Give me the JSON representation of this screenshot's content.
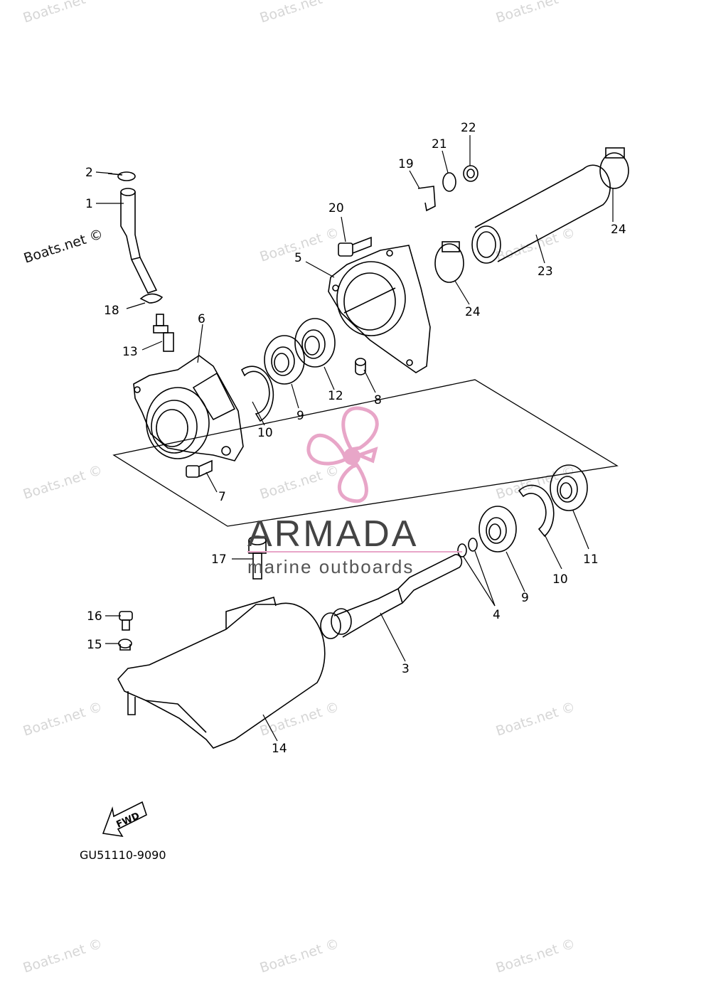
{
  "diagram": {
    "code": "GU51110-9090",
    "fwd_label": "FWD",
    "callouts": [
      {
        "id": "c1",
        "text": "1"
      },
      {
        "id": "c2",
        "text": "2"
      },
      {
        "id": "c3",
        "text": "3"
      },
      {
        "id": "c4",
        "text": "4"
      },
      {
        "id": "c5",
        "text": "5"
      },
      {
        "id": "c6",
        "text": "6"
      },
      {
        "id": "c7",
        "text": "7"
      },
      {
        "id": "c8",
        "text": "8"
      },
      {
        "id": "c9a",
        "text": "9"
      },
      {
        "id": "c9b",
        "text": "9"
      },
      {
        "id": "c10a",
        "text": "10"
      },
      {
        "id": "c10b",
        "text": "10"
      },
      {
        "id": "c11",
        "text": "11"
      },
      {
        "id": "c12",
        "text": "12"
      },
      {
        "id": "c13",
        "text": "13"
      },
      {
        "id": "c14",
        "text": "14"
      },
      {
        "id": "c15",
        "text": "15"
      },
      {
        "id": "c16",
        "text": "16"
      },
      {
        "id": "c17",
        "text": "17"
      },
      {
        "id": "c18",
        "text": "18"
      },
      {
        "id": "c19",
        "text": "19"
      },
      {
        "id": "c20",
        "text": "20"
      },
      {
        "id": "c21",
        "text": "21"
      },
      {
        "id": "c22",
        "text": "22"
      },
      {
        "id": "c23",
        "text": "23"
      },
      {
        "id": "c24a",
        "text": "24"
      },
      {
        "id": "c24b",
        "text": "24"
      }
    ]
  },
  "watermarks": {
    "site": "Boats.net ©",
    "brand": "ARMADA",
    "brand_sub": "marine outboards",
    "brand_color": "#e8a6c8"
  }
}
